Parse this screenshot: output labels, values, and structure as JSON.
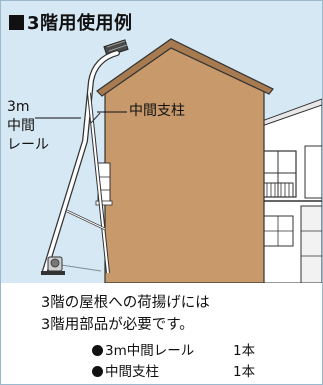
{
  "title": "3階用使用例",
  "labels": {
    "rail_line1": "3m",
    "rail_line2": "中間",
    "rail_line3": "レール",
    "pillar": "中間支柱"
  },
  "caption": {
    "line1": "3階の屋根への荷揚げには",
    "line2": "3階用部品が必要です。"
  },
  "items": [
    {
      "name": "3m中間レール",
      "qty": "1本"
    },
    {
      "name": "中間支柱",
      "qty": "1本"
    }
  ],
  "colors": {
    "sky": "#d6e8f4",
    "wall": "#c8996a",
    "wall_shadow": "#b07f52",
    "neighbor_house": "#ffffff",
    "border": "#9ab9cf"
  }
}
